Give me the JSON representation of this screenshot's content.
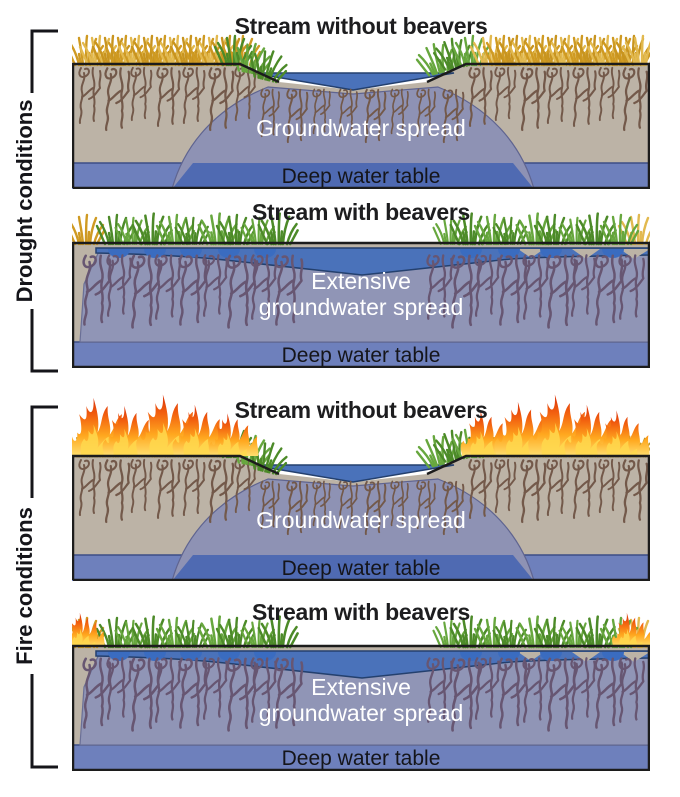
{
  "figure": {
    "side_labels": [
      {
        "id": "drought",
        "label": "Drought conditions"
      },
      {
        "id": "fire",
        "label": "Fire conditions"
      }
    ],
    "panels": [
      {
        "title": "Stream without beavers",
        "gw": [
          "Groundwater spread"
        ],
        "deep": "Deep water table"
      },
      {
        "title": "Stream with beavers",
        "gw": [
          "Extensive",
          "groundwater spread"
        ],
        "deep": "Deep water table"
      },
      {
        "title": "Stream without beavers",
        "gw": [
          "Groundwater spread"
        ],
        "deep": "Deep water table"
      },
      {
        "title": "Stream with beavers",
        "gw": [
          "Extensive",
          "groundwater spread"
        ],
        "deep": "Deep water table"
      }
    ],
    "colors": {
      "soil": "#bcb3a6",
      "border": "#1c1c1c",
      "groundwater_mound": "#8e92b4",
      "deep_water_table": "#6e80bc",
      "deep_water_overlap": "#4f6ab2",
      "stream_water": "#4a72ba",
      "beaver_pond": "#3a6cc0",
      "grass_green": "#4c8a28",
      "grass_green_light": "#67a73e",
      "grass_dry_gold": "#cf9a22",
      "grass_dry_gold_light": "#e2b94f",
      "roots_brown": "#73594a",
      "roots_purple": "#675672",
      "flame_red": "#d8310b",
      "flame_orange": "#ffa81f",
      "flame_yellow": "#ffdf6e",
      "label_white": "#ffffff",
      "text_black": "#1d1d1f"
    }
  }
}
